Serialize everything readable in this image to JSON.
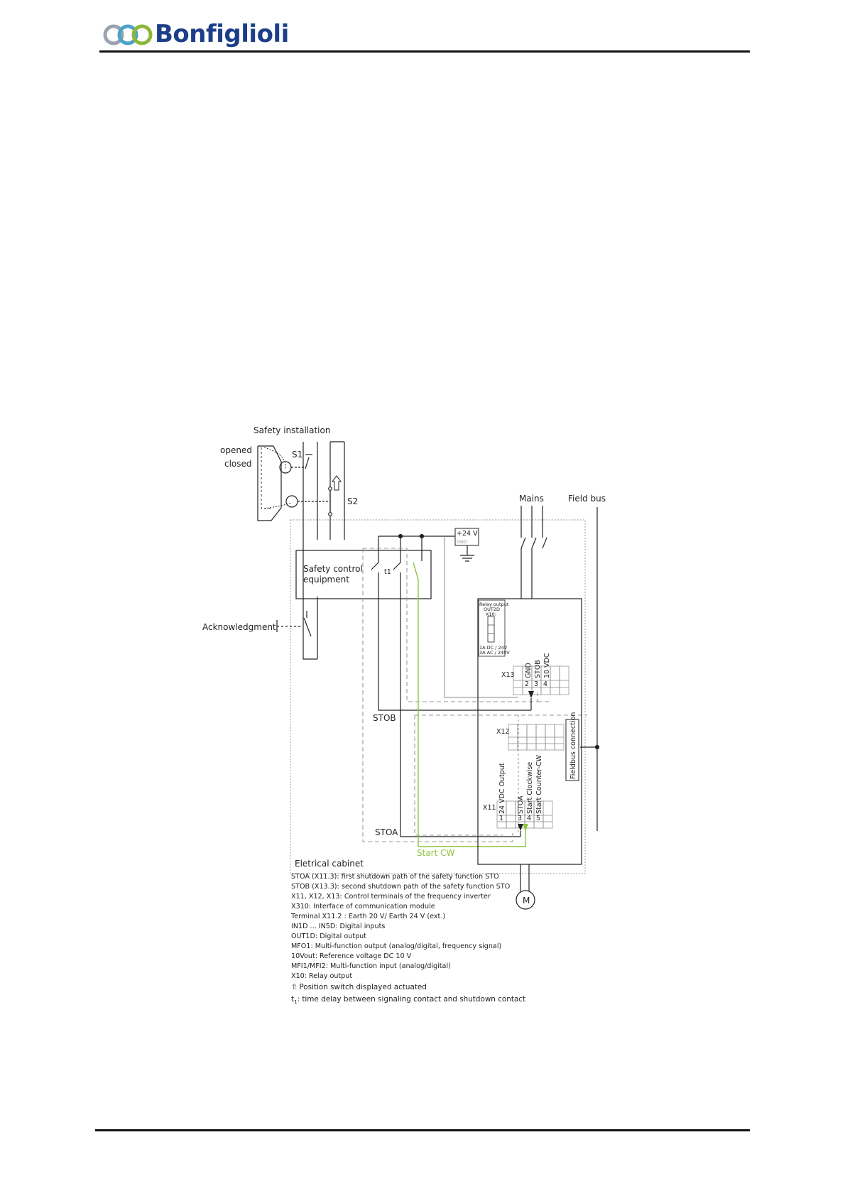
{
  "header": {
    "brand": "Bonfiglioli"
  },
  "diagram": {
    "safety_installation": "Safety installation",
    "opened": "opened",
    "closed": "closed",
    "s1": "S1",
    "s2": "S2",
    "mains": "Mains",
    "field_bus": "Field bus",
    "plus24v": "+24 V",
    "gnd": "GND",
    "safety_control_1": "Safety control",
    "safety_control_2": "equipment",
    "t1": "t1",
    "acknowledgment": "Acknowledgment",
    "relay_1": "Relay output",
    "relay_2": "OUT2D",
    "relay_3": "X10:",
    "relay_4": "1A DC / 24V",
    "relay_5": "3A AC / 240V",
    "x13": "X13",
    "x13_gnd": "GND",
    "x13_stob": "STOB",
    "x13_10vdc": "10 VDC",
    "x13_n2": "2",
    "x13_n3": "3",
    "x13_n4": "4",
    "stob": "STOB",
    "x12": "X12",
    "fieldbus_connection": "Fieldbus connection",
    "x11": "X11",
    "x11_24vdc": "24 VDC Output",
    "x11_stoa": "STOA",
    "x11_start_cw": "Start Clockwise",
    "x11_start_ccw": "Start Counter-CW",
    "x11_n1": "1",
    "x11_n3": "3",
    "x11_n4": "4",
    "x11_n5": "5",
    "stoa": "STOA",
    "start_cw": "Start CW",
    "electrical_cabinet": "Eletrical cabinet",
    "motor": "M"
  },
  "legend": [
    "STOA (X11.3): first shutdown path of the safety function STO",
    "STOB (X13.3): second shutdown path of the safety function STO",
    "X11, X12, X13: Control terminals of the frequency inverter",
    "X310: Interface of communication module",
    "Terminal X11.2 : Earth 20 V/ Earth 24 V (ext.)",
    "IN1D ... IN5D: Digital inputs",
    "OUT1D: Digital output",
    "MFO1: Multi-function output (analog/digital, frequency signal)",
    "10Vout: Reference voltage DC 10 V",
    "MFI1/MFI2: Multi-function input (analog/digital)",
    "X10: Relay output"
  ],
  "legend_position_switch": "Position switch displayed actuated",
  "legend_t1_sym": "t",
  "legend_t1_sub": "1",
  "legend_t1_text": ": time delay between signaling contact and shutdown contact",
  "colors": {
    "brand": "#1d3f8a",
    "green_wire": "#8cc63f",
    "dashed": "#999999"
  }
}
